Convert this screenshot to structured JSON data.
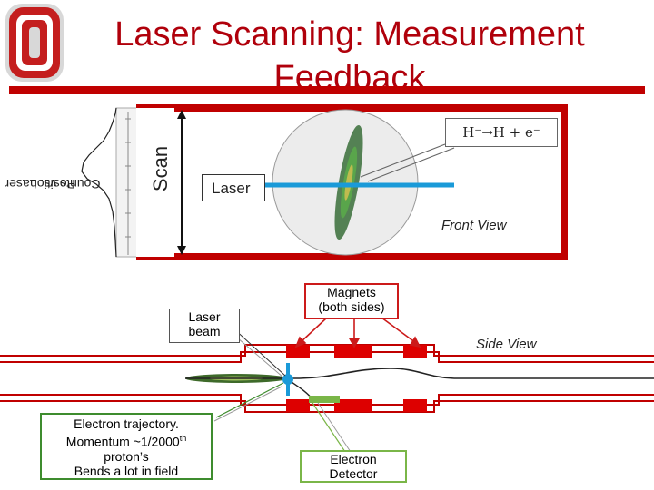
{
  "title": "Laser Scanning: Measurement Feedback",
  "profile": {
    "axis_label_line1": "Counts vs. Laser",
    "axis_label_line2": "Position"
  },
  "scan_label": "Scan",
  "laser_label": "Laser",
  "reaction": "H⁻→H + e⁻",
  "front_view_label": "Front View",
  "side_view_label": "Side View",
  "laser_beam_callout": {
    "line1": "Laser",
    "line2": "beam"
  },
  "magnets_callout": {
    "line1": "Magnets",
    "line2": "(both sides)"
  },
  "electron_callout": {
    "line1": "Electron trajectory.",
    "line2a": "Momentum ~1/2000",
    "line2_sup": "th",
    "line3": "proton’s",
    "line4": "Bends a lot in field"
  },
  "detector_callout": {
    "line1": "Electron",
    "line2": "Detector"
  },
  "colors": {
    "ohio_red": "#c00000",
    "title_red": "#b0000b",
    "laser_blue": "#1a9ad8",
    "detector_green": "#7ab648",
    "magnet_red": "#dd0000"
  }
}
